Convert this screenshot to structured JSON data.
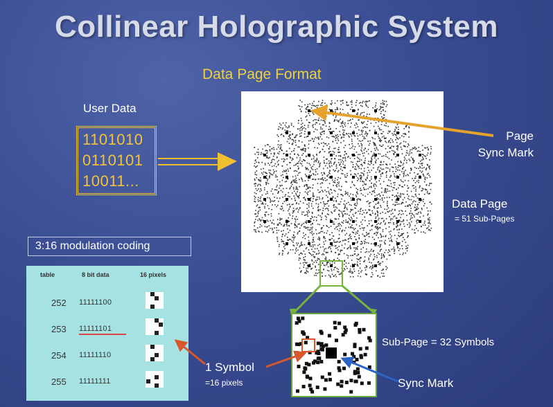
{
  "title": "Collinear Holographic System",
  "data_page_format": "Data Page Format",
  "user_data": {
    "label": "User Data",
    "lines": [
      "1101010",
      "0110101",
      "10011..."
    ]
  },
  "page_sync_mark": {
    "line1": "Page",
    "line2": "Sync Mark"
  },
  "data_page": {
    "label": "Data Page",
    "sub": "= 51 Sub-Pages"
  },
  "modulation": {
    "label": "3:16 modulation coding"
  },
  "table": {
    "headers": [
      "table",
      "8 bit data",
      "16 pixels"
    ],
    "rows": [
      {
        "num": "252",
        "bits": "11111100"
      },
      {
        "num": "253",
        "bits": "11111101"
      },
      {
        "num": "254",
        "bits": "11111110"
      },
      {
        "num": "255",
        "bits": "11111111"
      }
    ]
  },
  "sub_page": {
    "label": "Sub-Page = 32 Symbols"
  },
  "symbol": {
    "label": "1 Symbol",
    "sub": "=16 pixels"
  },
  "sync_mark": {
    "label": "Sync Mark"
  },
  "colors": {
    "background": "#3a4d92",
    "title": "#d7dbe8",
    "accent_yellow": "#f0d23a",
    "arrow_orange": "#e5a22c",
    "arrow_green": "#76b43c",
    "arrow_red": "#d9572a",
    "arrow_blue": "#2b64c4",
    "table_bg": "#a7e2e3"
  }
}
